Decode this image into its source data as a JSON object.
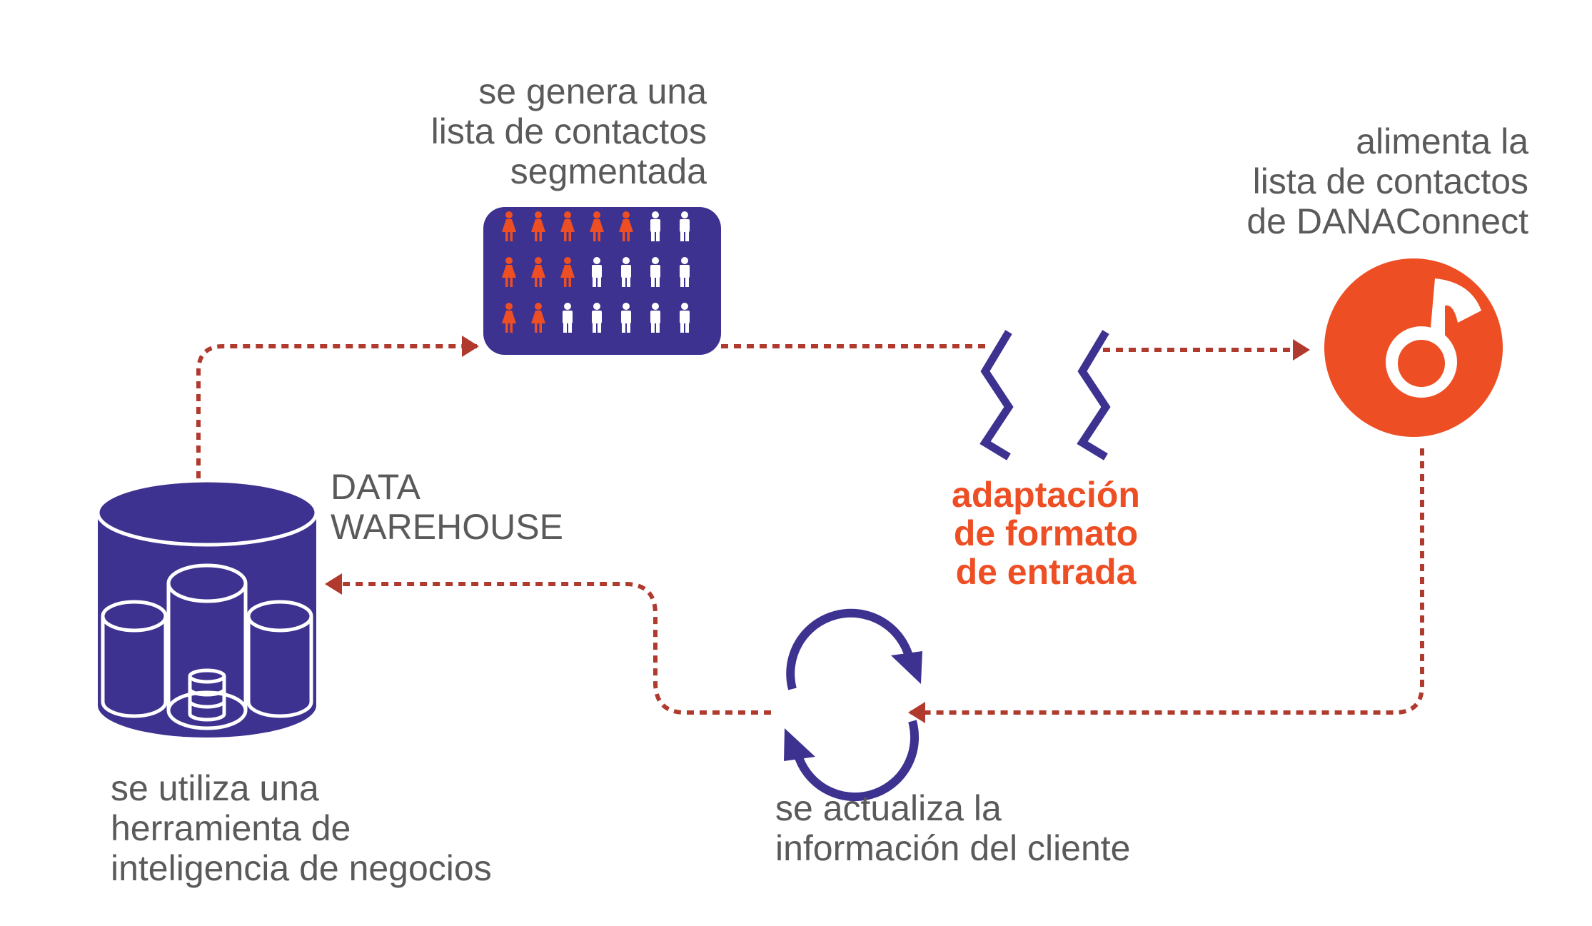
{
  "colors": {
    "navy": "#3d3290",
    "orange": "#ee4e23",
    "arrow": "#b03a2e",
    "text": "#5a5a5a",
    "white": "#ffffff"
  },
  "labels": {
    "segmented_list": [
      "se genera una",
      "lista de contactos",
      "segmentada"
    ],
    "feeds_list": [
      "alimenta la",
      "lista de contactos",
      "de DANAConnect"
    ],
    "data_warehouse": [
      "DATA",
      "WAREHOUSE"
    ],
    "adaptation": [
      "adaptación",
      "de formato",
      "de entrada"
    ],
    "bi_tool": [
      "se utiliza una",
      "herramienta de",
      "inteligencia de negocios"
    ],
    "client_update": [
      "se actualiza la",
      "información del cliente"
    ]
  },
  "people_grid": {
    "rows": 3,
    "columns": 7,
    "female_per_row": [
      5,
      3,
      2
    ]
  },
  "icons": [
    "database-icon",
    "people-list-icon",
    "format-break-icon",
    "danaconnect-logo-icon",
    "sync-icon"
  ]
}
